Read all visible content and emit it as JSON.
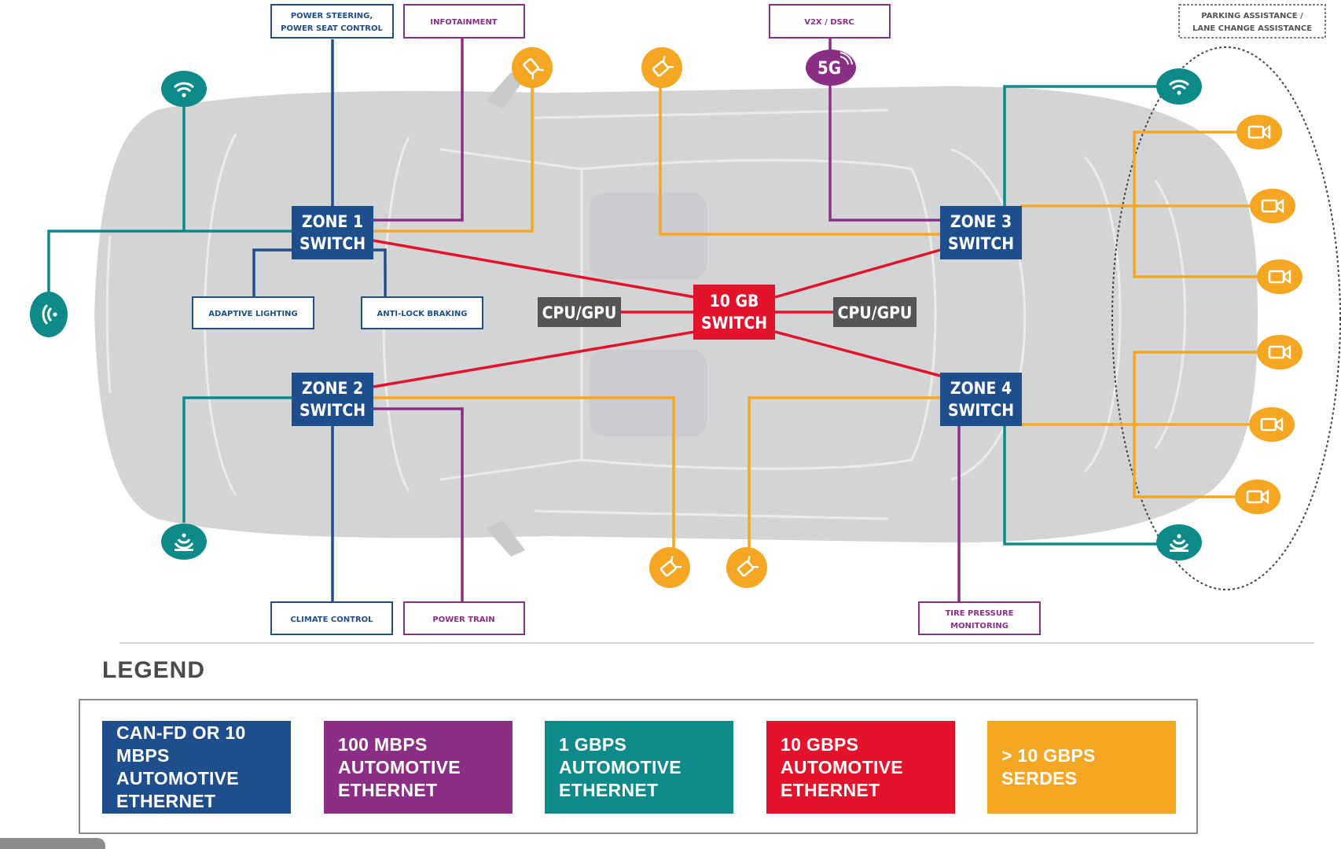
{
  "colors": {
    "can_fd": "#1f4e8c",
    "mbps100": "#8b2f86",
    "gbps1": "#0e8a8a",
    "gbps10": "#e3132c",
    "serdes": "#f5a623",
    "car_body": "#d3d4d6",
    "cpu": "#555555"
  },
  "switches": {
    "zone1": [
      "ZONE 1",
      "SWITCH"
    ],
    "zone2": [
      "ZONE 2",
      "SWITCH"
    ],
    "zone3": [
      "ZONE 3",
      "SWITCH"
    ],
    "zone4": [
      "ZONE 4",
      "SWITCH"
    ],
    "central": [
      "10 GB",
      "SWITCH"
    ]
  },
  "compute": {
    "left": "CPU/GPU",
    "right": "CPU/GPU"
  },
  "callouts": {
    "power_steering": [
      "POWER STEERING,",
      "POWER SEAT CONTROL"
    ],
    "infotainment": [
      "INFOTAINMENT"
    ],
    "v2x": [
      "V2X / DSRC"
    ],
    "parking": [
      "PARKING ASSISTANCE /",
      "LANE CHANGE ASSISTANCE"
    ],
    "adaptive_lighting": [
      "ADAPTIVE LIGHTING"
    ],
    "anti_lock": [
      "ANTI-LOCK BRAKING"
    ],
    "climate": [
      "CLIMATE CONTROL"
    ],
    "power_train": [
      "POWER TRAIN"
    ],
    "tire_pressure": [
      "TIRE PRESSURE",
      "MONITORING"
    ]
  },
  "badge_5g": "5G",
  "icons": {
    "wifi": "wifi-icon",
    "camera": "camera-icon",
    "radar": "radar-icon",
    "sensor": "sensor-icon",
    "antenna": "antenna-icon"
  },
  "legend": {
    "title": "LEGEND",
    "items": [
      {
        "label": "CAN-FD OR 10 MBPS AUTOMOTIVE ETHERNET",
        "color": "#1f4e8c"
      },
      {
        "label": "100 MBPS AUTOMOTIVE ETHERNET",
        "color": "#8b2f86"
      },
      {
        "label": "1 GBPS AUTOMOTIVE ETHERNET",
        "color": "#0e8a8a"
      },
      {
        "label": "10 GBPS AUTOMOTIVE ETHERNET",
        "color": "#e3132c"
      },
      {
        "label": "> 10 GBPS SERDES",
        "color": "#f5a623"
      }
    ]
  }
}
